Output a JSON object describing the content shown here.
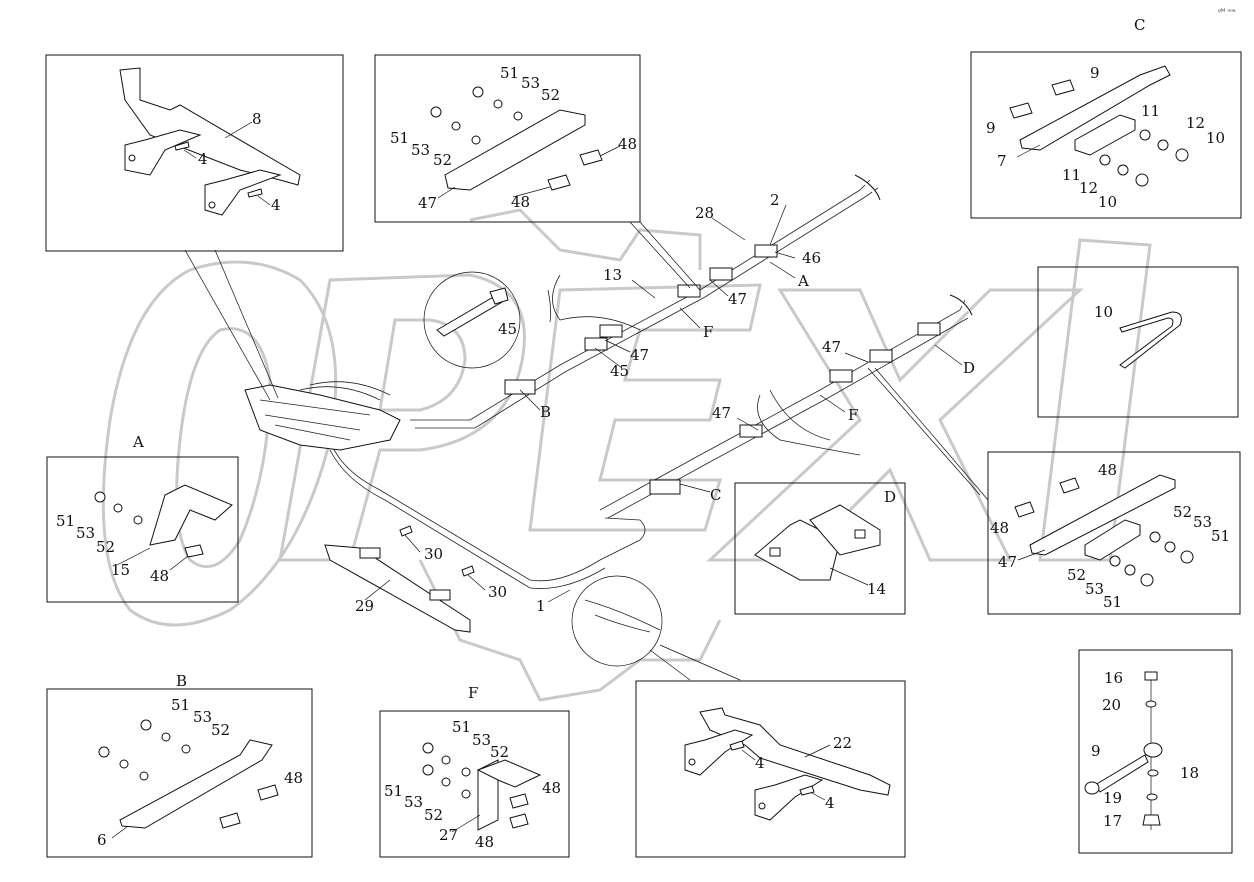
{
  "corner_mark": "ᵍᴹ ᵒᵒᵃ",
  "watermark_text": "OPEX",
  "main_labels": {
    "l1": "1",
    "l2": "2",
    "l13": "13",
    "l28": "28",
    "l29": "29",
    "l30a": "30",
    "l30b": "30",
    "l45a": "45",
    "l45b": "45",
    "l46": "46",
    "l47a": "47",
    "l47b": "47",
    "l47c": "47",
    "l47d": "47",
    "A": "A",
    "B": "B",
    "C": "C",
    "D": "D",
    "Fa": "F",
    "Fb": "F"
  },
  "detail_top_left": {
    "n8": "8",
    "n4a": "4",
    "n4b": "4"
  },
  "detail_top_center": {
    "n51a": "51",
    "n53a": "53",
    "n52a": "52",
    "n51b": "51",
    "n53b": "53",
    "n52b": "52",
    "n48a": "48",
    "n48b": "48",
    "n47": "47"
  },
  "detail_C": {
    "title": "C",
    "n9a": "9",
    "n9b": "9",
    "n7": "7",
    "n11a": "11",
    "n12a": "12",
    "n10a": "10",
    "n11b": "11",
    "n12b": "12",
    "n10b": "10"
  },
  "detail_clip": {
    "n10": "10"
  },
  "detail_A": {
    "title": "A",
    "n51": "51",
    "n53": "53",
    "n52": "52",
    "n15": "15",
    "n48": "48"
  },
  "detail_D": {
    "title": "D",
    "n14": "14"
  },
  "detail_right": {
    "n48a": "48",
    "n48b": "48",
    "n47": "47",
    "n52a": "52",
    "n53a": "53",
    "n51a": "51",
    "n52b": "52",
    "n53b": "53",
    "n51b": "51"
  },
  "detail_B": {
    "title": "B",
    "n51": "51",
    "n53": "53",
    "n52": "52",
    "n48": "48",
    "n6": "6"
  },
  "detail_F": {
    "title": "F",
    "n51a": "51",
    "n53a": "53",
    "n52a": "52",
    "n51b": "51",
    "n53b": "53",
    "n52b": "52",
    "n48a": "48",
    "n48b": "48",
    "n27": "27"
  },
  "detail_bottom_center": {
    "n22": "22",
    "n4a": "4",
    "n4b": "4"
  },
  "detail_link": {
    "n16": "16",
    "n20": "20",
    "n9": "9",
    "n18": "18",
    "n19": "19",
    "n17": "17"
  }
}
